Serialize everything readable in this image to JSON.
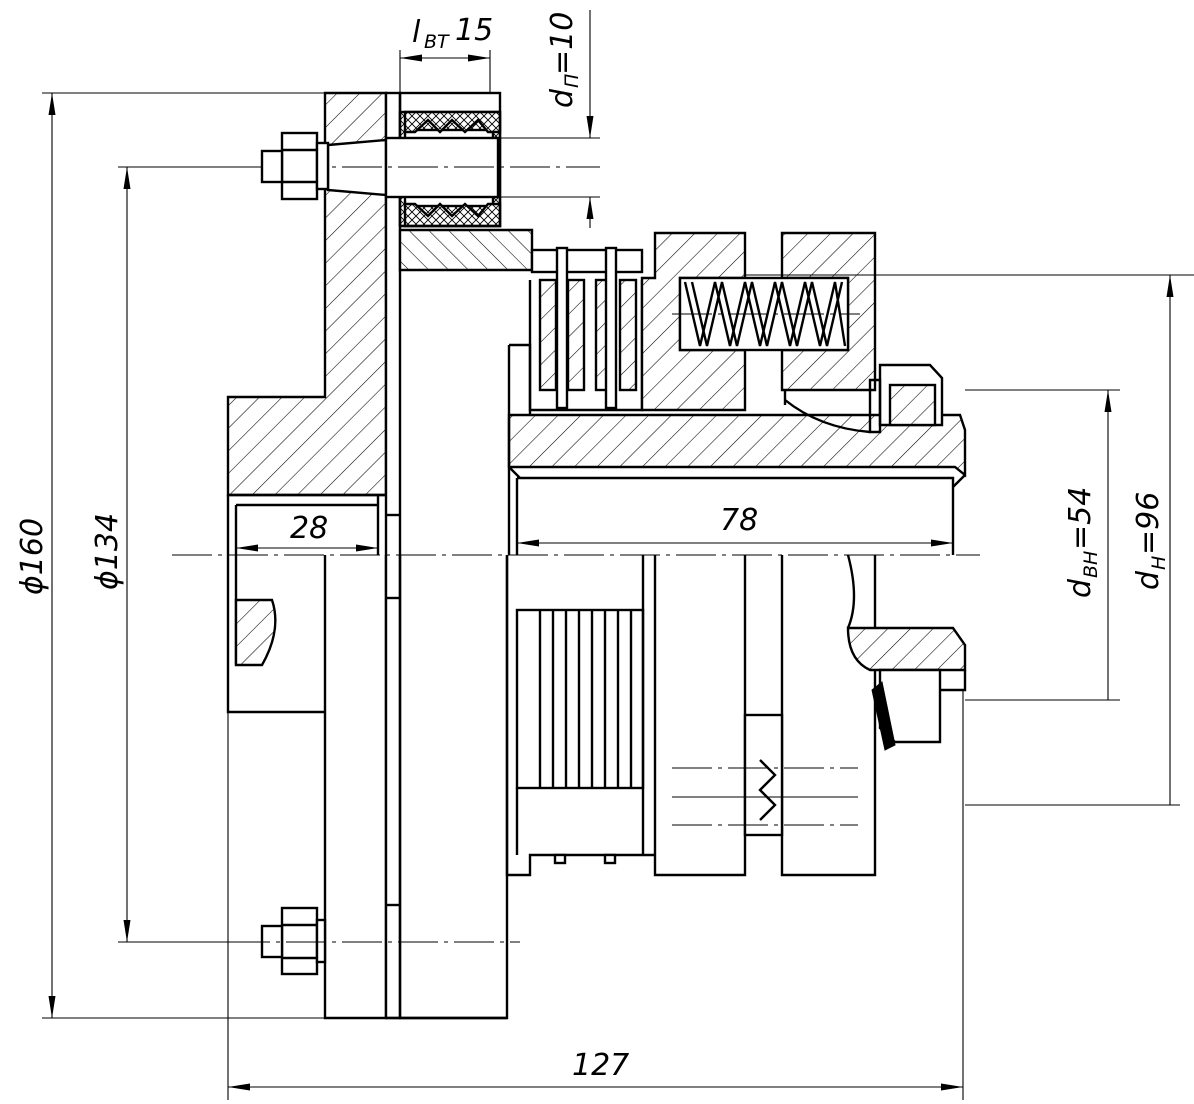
{
  "dimensions": {
    "d160": "ϕ160",
    "d134": "ϕ134",
    "len28": "28",
    "len78": "78",
    "len127": "127",
    "lbt_main": "l",
    "lbt_sub": "BT",
    "lbt_value": "15",
    "dp_main": "d",
    "dp_sub": "П",
    "dp_value": "=10",
    "dvn_main": "d",
    "dvn_sub": "BH",
    "dvn_value": "=54",
    "dn_main": "d",
    "dn_sub": "H",
    "dn_value": "=96"
  }
}
